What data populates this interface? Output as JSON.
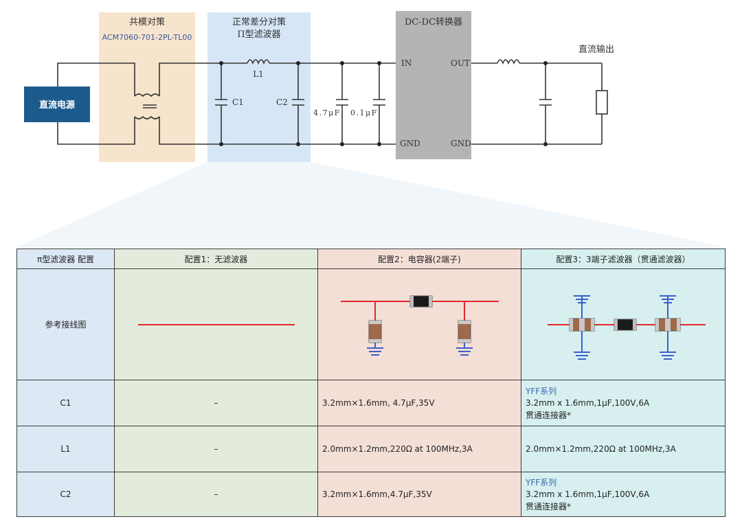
{
  "schematic": {
    "source_label": "直流电源",
    "common_mode_title": "共模对策",
    "common_mode_part": "ACM7060-701-2PL-TL00",
    "differential_title": "正常差分对策",
    "differential_subtitle": "Π型滤波器",
    "converter_title": "DC-DC转换器",
    "output_label": "直流输出",
    "in_label": "IN",
    "out_label": "OUT",
    "gnd_in_label": "GND",
    "gnd_out_label": "GND",
    "l1_label": "L1",
    "c1_label": "C1",
    "c2_label": "C2",
    "cap_47_label": "4.7μF",
    "cap_01_label": "0.1μF"
  },
  "colors": {
    "source_box": "#1d5a8c",
    "common_mode_band": "#f7e4cc",
    "differential_band": "#d6e6f6",
    "converter_box": "#b4b4b4",
    "trace_red": "#e0262c",
    "ground_blue": "#3a5fc8",
    "part_link_blue": "#3955a6"
  },
  "table": {
    "headers": [
      "π型滤波器 配置",
      "配置1：无滤波器",
      "配置2：电容器(2端子)",
      "配置3：3端子滤波器（贯通滤波器）"
    ],
    "diagram_row_label": "参考接线图",
    "rows": [
      {
        "label": "C1",
        "config1": "–",
        "config2": "3.2mm×1.6mm, 4.7μF,35V",
        "config3_series": "YFF系列",
        "config3_line1": "3.2mm x 1.6mm,1μF,100V,6A",
        "config3_line2": "贯通连接器*"
      },
      {
        "label": "L1",
        "config1": "–",
        "config2": "2.0mm×1.2mm,220Ω at 100MHz,3A",
        "config3_line1": "2.0mm×1.2mm,220Ω at 100MHz,3A"
      },
      {
        "label": "C2",
        "config1": "–",
        "config2": "3.2mm×1.6mm,4.7μF,35V",
        "config3_series": "YFF系列",
        "config3_line1": "3.2mm x 1.6mm,1μF,100V,6A",
        "config3_line2": "贯通连接器*"
      }
    ]
  }
}
